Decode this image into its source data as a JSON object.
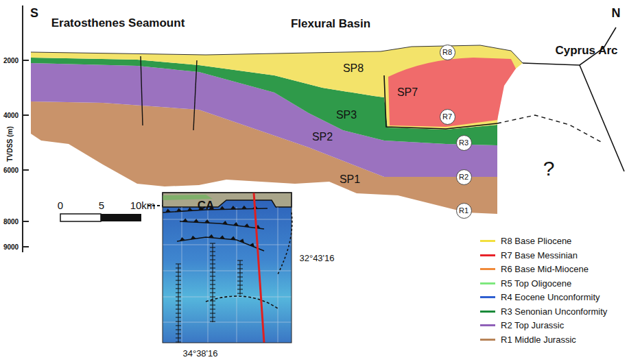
{
  "diagram": {
    "nodes": [
      {
        "text": [
          "R8"
        ]
      },
      {
        "text": [
          "R7"
        ]
      },
      {
        "text": [
          "R3"
        ]
      },
      {
        "text": [
          "R2"
        ]
      },
      {
        "text": [
          "R1"
        ]
      }
    ],
    "labels": [
      "S",
      "Eratosthenes Seamount",
      "Flexural Basin",
      "N",
      "Cyprus Arc",
      "2000",
      "4000",
      "6000",
      "8000",
      "9000",
      "TVDSS (m)",
      "SP8",
      "SP7",
      "SP3",
      "SP2",
      "SP1",
      "?",
      "0",
      "5",
      "10km",
      "CA",
      "32°43'16",
      "34°38'16"
    ],
    "legend": [
      {
        "text": "R8 Base Pliocene",
        "color": "#f2df3f"
      },
      {
        "text": "R7 Base Messinian",
        "color": "#e8232a"
      },
      {
        "text": "R6 Base Mid-Miocene",
        "color": "#f08a3a"
      },
      {
        "text": "R5 Top Oligocene",
        "color": "#7ee87e"
      },
      {
        "text": "R4 Eocene Unconformity",
        "color": "#2f5fd0"
      },
      {
        "text": "R3 Senonian Unconformity",
        "color": "#1a8a3a"
      },
      {
        "text": "R2 Top Jurassic",
        "color": "#9060b8"
      },
      {
        "text": "R1 Middle Jurassic",
        "color": "#b88458"
      }
    ]
  }
}
